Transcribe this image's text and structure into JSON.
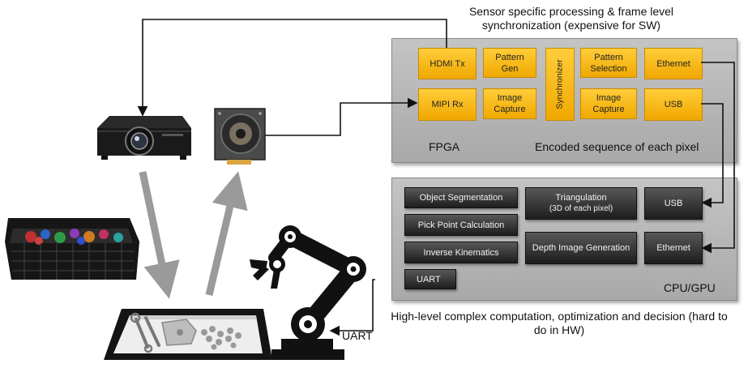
{
  "captions": {
    "top": "Sensor specific processing & frame level synchronization (expensive for SW)",
    "bottom": "High-level complex computation, optimization and decision (hard to do in HW)",
    "uart_arm": "UART"
  },
  "fpga": {
    "label": "FPGA",
    "sublabel": "Encoded sequence of each pixel",
    "blocks": {
      "hdmi_tx": "HDMI Tx",
      "pattern_gen": "Pattern Gen",
      "synchronizer": "Synchronizer",
      "pattern_selection": "Pattern Selection",
      "ethernet": "Ethernet",
      "mipi_rx": "MIPI Rx",
      "image_capture_1": "Image Capture",
      "image_capture_2": "Image Capture",
      "usb": "USB"
    }
  },
  "cpu": {
    "label": "CPU/GPU",
    "blocks": {
      "object_segmentation": "Object Segmentation",
      "pick_point": "Pick Point Calculation",
      "inverse_kinematics": "Inverse Kinematics",
      "uart": "UART",
      "triangulation": "Triangulation",
      "triangulation_sub": "(3D of each pixel)",
      "depth_image": "Depth Image Generation",
      "usb": "USB",
      "ethernet": "Ethernet"
    }
  },
  "icons": [
    "projector-icon",
    "camera-icon",
    "tray-icon",
    "robot-arm-icon",
    "parts-bin-icon"
  ]
}
